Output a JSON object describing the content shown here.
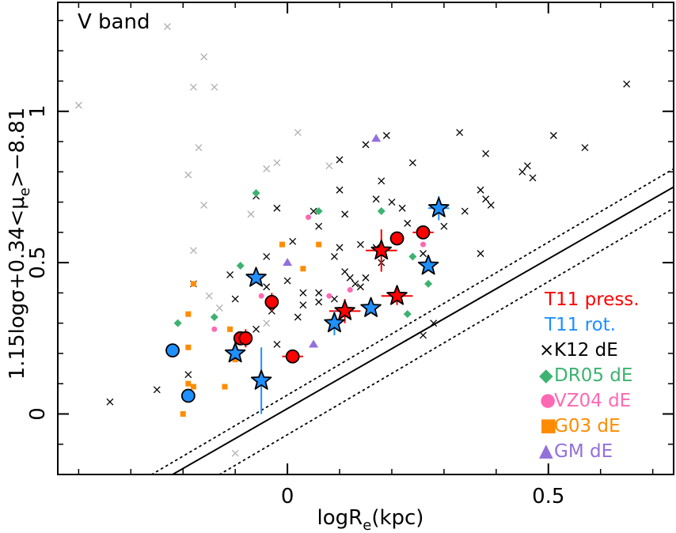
{
  "chart_data": {
    "type": "scatter",
    "title": "",
    "annotation": "V band",
    "xlabel_main": "logR",
    "xlabel_sub": "e",
    "xlabel_tail": "(kpc)",
    "ylabel_main": "1.15logσ+0.34<μ",
    "ylabel_sub": "e",
    "ylabel_tail": ">−8.81",
    "xlim": [
      -0.44,
      0.74
    ],
    "ylim": [
      -0.2,
      1.36
    ],
    "xticks_major": [
      0,
      0.5
    ],
    "xtick_labels": [
      "0",
      "0.5"
    ],
    "xticks_minor": [
      -0.4,
      -0.3,
      -0.2,
      -0.1,
      0.1,
      0.2,
      0.3,
      0.4,
      0.6,
      0.7
    ],
    "yticks_major": [
      0,
      0.5,
      1
    ],
    "ytick_labels": [
      "0",
      "0.5",
      "1"
    ],
    "yticks_minor": [
      -0.1,
      0.1,
      0.2,
      0.3,
      0.4,
      0.6,
      0.7,
      0.8,
      0.9,
      1.1,
      1.2,
      1.3
    ],
    "lines": [
      {
        "name": "relation",
        "style": "solid",
        "x": [
          -0.22,
          0.74
        ],
        "y": [
          -0.2,
          0.75
        ]
      },
      {
        "name": "upper",
        "style": "dotted",
        "x": [
          -0.26,
          0.74
        ],
        "y": [
          -0.2,
          0.81
        ]
      },
      {
        "name": "lower",
        "style": "dotted",
        "x": [
          -0.13,
          0.74
        ],
        "y": [
          -0.2,
          0.68
        ]
      }
    ],
    "legend": [
      {
        "label": "T11 press.",
        "color": "#ff0000"
      },
      {
        "label": "T11 rot.",
        "color": "#1e90ff"
      },
      {
        "label": "K12 dE",
        "color": "#000000",
        "marker": "×"
      },
      {
        "label": "DR05 dE",
        "color": "#3cb371",
        "marker": "◆"
      },
      {
        "label": "VZ04 dE",
        "color": "#ff69b4",
        "marker": "●"
      },
      {
        "label": "G03 dE",
        "color": "#ff8c00",
        "marker": "■"
      },
      {
        "label": "GM dE",
        "color": "#9370db",
        "marker": "▲"
      }
    ],
    "series": [
      {
        "key": "k12_faint",
        "marker": "x",
        "color": "#b0b0b0",
        "points": [
          [
            -0.4,
            1.02
          ],
          [
            -0.23,
            1.28
          ],
          [
            -0.16,
            1.18
          ],
          [
            -0.18,
            1.08
          ],
          [
            -0.14,
            1.08
          ],
          [
            -0.17,
            0.88
          ],
          [
            -0.19,
            0.79
          ],
          [
            -0.16,
            0.69
          ],
          [
            -0.07,
            0.66
          ],
          [
            -0.18,
            0.54
          ],
          [
            -0.15,
            0.39
          ],
          [
            -0.13,
            0.35
          ],
          [
            -0.04,
            0.81
          ],
          [
            -0.02,
            0.83
          ],
          [
            0.02,
            0.93
          ],
          [
            0.08,
            0.82
          ],
          [
            -0.1,
            -0.13
          ],
          [
            -0.04,
            0.3
          ]
        ]
      },
      {
        "key": "k12",
        "marker": "x",
        "color": "#000000",
        "points": [
          [
            -0.34,
            0.04
          ],
          [
            -0.25,
            0.08
          ],
          [
            -0.18,
            0.43
          ],
          [
            -0.11,
            0.46
          ],
          [
            -0.1,
            0.38
          ],
          [
            -0.06,
            0.28
          ],
          [
            -0.03,
            0.34
          ],
          [
            -0.04,
            0.52
          ],
          [
            -0.04,
            0.42
          ],
          [
            -0.02,
            0.68
          ],
          [
            0.0,
            0.44
          ],
          [
            0.01,
            0.57
          ],
          [
            0.02,
            0.32
          ],
          [
            0.03,
            0.36
          ],
          [
            0.03,
            0.4
          ],
          [
            0.06,
            0.4
          ],
          [
            0.06,
            0.37
          ],
          [
            0.06,
            0.62
          ],
          [
            0.09,
            0.52
          ],
          [
            0.09,
            0.38
          ],
          [
            0.1,
            0.55
          ],
          [
            0.1,
            0.84
          ],
          [
            0.1,
            0.74
          ],
          [
            0.11,
            0.66
          ],
          [
            0.11,
            0.47
          ],
          [
            0.12,
            0.45
          ],
          [
            0.13,
            0.43
          ],
          [
            0.14,
            0.42
          ],
          [
            0.14,
            0.56
          ],
          [
            0.15,
            0.45
          ],
          [
            0.15,
            0.89
          ],
          [
            0.17,
            0.55
          ],
          [
            0.17,
            0.71
          ],
          [
            0.18,
            0.5
          ],
          [
            0.18,
            0.77
          ],
          [
            0.19,
            0.92
          ],
          [
            0.2,
            0.7
          ],
          [
            0.22,
            0.68
          ],
          [
            0.23,
            0.63
          ],
          [
            0.24,
            0.83
          ],
          [
            0.26,
            0.53
          ],
          [
            0.26,
            0.26
          ],
          [
            0.28,
            0.3
          ],
          [
            0.3,
            0.62
          ],
          [
            0.33,
            0.93
          ],
          [
            0.34,
            0.67
          ],
          [
            0.37,
            0.74
          ],
          [
            0.38,
            0.71
          ],
          [
            0.38,
            0.86
          ],
          [
            0.39,
            0.69
          ],
          [
            0.37,
            0.53
          ],
          [
            0.45,
            0.8
          ],
          [
            0.46,
            0.82
          ],
          [
            0.47,
            0.78
          ],
          [
            0.51,
            0.92
          ],
          [
            0.57,
            0.88
          ],
          [
            0.65,
            1.09
          ],
          [
            -0.06,
            0.72
          ],
          [
            -0.19,
            0.13
          ],
          [
            -0.02,
            0.23
          ],
          [
            0.05,
            0.67
          ]
        ]
      },
      {
        "key": "dr05",
        "marker": "diamond",
        "color": "#3cb371",
        "points": [
          [
            -0.21,
            0.3
          ],
          [
            -0.14,
            0.32
          ],
          [
            -0.09,
            0.49
          ],
          [
            -0.06,
            0.73
          ],
          [
            0.06,
            0.67
          ],
          [
            0.18,
            0.67
          ],
          [
            0.24,
            0.52
          ],
          [
            0.27,
            0.43
          ],
          [
            0.23,
            0.33
          ]
        ]
      },
      {
        "key": "vz04",
        "marker": "circle",
        "color": "#ff69b4",
        "points": [
          [
            -0.14,
            0.28
          ],
          [
            -0.05,
            0.39
          ],
          [
            0.04,
            0.65
          ],
          [
            0.08,
            0.39
          ],
          [
            0.12,
            0.41
          ],
          [
            0.26,
            0.56
          ]
        ]
      },
      {
        "key": "g03",
        "marker": "square",
        "color": "#ff8c00",
        "points": [
          [
            -0.18,
            0.43
          ],
          [
            -0.19,
            0.33
          ],
          [
            -0.19,
            0.22
          ],
          [
            -0.19,
            0.1
          ],
          [
            -0.18,
            0.09
          ],
          [
            -0.2,
            0.0
          ],
          [
            -0.12,
            0.09
          ],
          [
            -0.11,
            0.28
          ],
          [
            -0.1,
            0.18
          ],
          [
            -0.01,
            0.56
          ],
          [
            0.03,
            0.48
          ],
          [
            0.06,
            0.56
          ]
        ]
      },
      {
        "key": "gm",
        "marker": "triangle",
        "color": "#9370db",
        "points": [
          [
            0.0,
            0.5
          ],
          [
            0.05,
            0.23
          ],
          [
            0.17,
            0.91
          ]
        ]
      },
      {
        "key": "t11_press_circle",
        "marker": "bigcircle",
        "color": "#ff0000",
        "points": [
          [
            -0.09,
            0.25,
            0,
            0
          ],
          [
            -0.08,
            0.25,
            0,
            0.03
          ],
          [
            -0.03,
            0.37,
            0,
            0.03
          ],
          [
            0.01,
            0.19,
            0.02,
            0.02
          ],
          [
            0.21,
            0.58,
            0,
            0
          ],
          [
            0.26,
            0.6,
            0.02,
            0
          ]
        ]
      },
      {
        "key": "t11_press_star",
        "marker": "star",
        "color": "#ff0000",
        "points": [
          [
            0.11,
            0.34,
            0.03,
            0.04
          ],
          [
            0.18,
            0.54,
            0.03,
            0.07
          ],
          [
            0.21,
            0.39,
            0.03,
            0.03
          ]
        ]
      },
      {
        "key": "t11_rot_circle",
        "marker": "bigcircle",
        "color": "#1e90ff",
        "points": [
          [
            -0.22,
            0.21,
            0,
            0
          ],
          [
            -0.19,
            0.06,
            0,
            0
          ]
        ]
      },
      {
        "key": "t11_rot_star",
        "marker": "star",
        "color": "#1e90ff",
        "points": [
          [
            -0.1,
            0.2,
            0,
            0.02
          ],
          [
            -0.06,
            0.45,
            0,
            0
          ],
          [
            -0.05,
            0.11,
            0,
            0.11
          ],
          [
            0.09,
            0.3,
            0,
            0.04
          ],
          [
            0.16,
            0.35,
            0,
            0
          ],
          [
            0.27,
            0.49,
            0,
            0
          ],
          [
            0.29,
            0.68,
            0.02,
            0.04
          ]
        ]
      }
    ]
  }
}
